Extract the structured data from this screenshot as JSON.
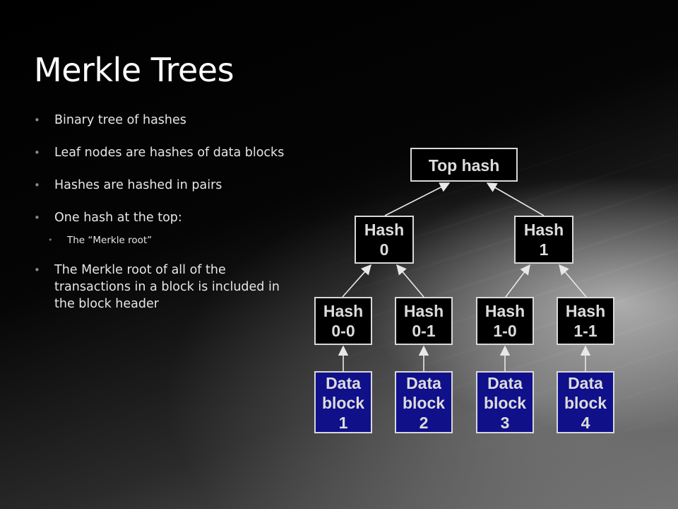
{
  "slide": {
    "title": "Merkle Trees",
    "bullets": [
      "Binary tree of hashes",
      "Leaf nodes are hashes of data blocks",
      "Hashes are hashed in pairs",
      "One hash at the top:",
      "The “Merkle root”",
      "The Merkle root of all of the transactions in a block is included in the block header"
    ]
  },
  "diagram": {
    "nodes": {
      "top": [
        "Top hash"
      ],
      "h0": [
        "Hash",
        "0"
      ],
      "h1": [
        "Hash",
        "1"
      ],
      "h00": [
        "Hash",
        "0-0"
      ],
      "h01": [
        "Hash",
        "0-1"
      ],
      "h10": [
        "Hash",
        "1-0"
      ],
      "h11": [
        "Hash",
        "1-1"
      ],
      "d1": [
        "Data",
        "block",
        "1"
      ],
      "d2": [
        "Data",
        "block",
        "2"
      ],
      "d3": [
        "Data",
        "block",
        "3"
      ],
      "d4": [
        "Data",
        "block",
        "4"
      ]
    },
    "colors": {
      "hash_fill": "#000000",
      "data_fill": "#10108a",
      "border": "#d8d8d8",
      "text": "#dcdcdc"
    }
  }
}
